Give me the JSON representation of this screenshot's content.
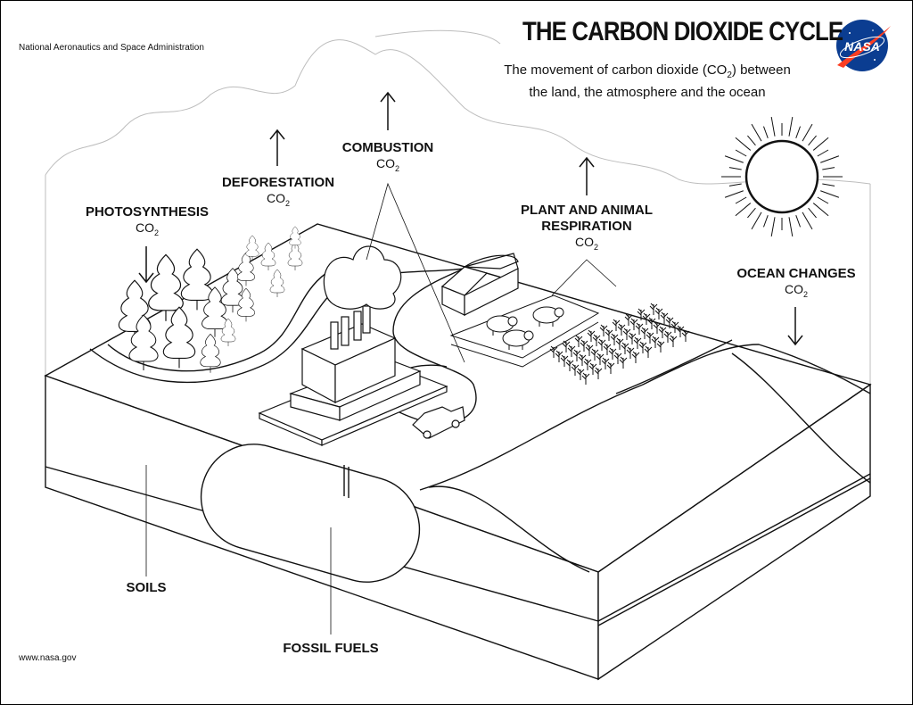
{
  "header": {
    "agency": "National Aeronautics and Space Administration",
    "title": "THE CARBON DIOXIDE CYCLE",
    "subtitle_part1": "The movement of carbon dioxide (CO",
    "subtitle_sub": "2",
    "subtitle_part2": ") between the land, the atmosphere and the ocean",
    "logo_text": "NASA"
  },
  "labels": {
    "photosynthesis": "PHOTOSYNTHESIS",
    "deforestation": "DEFORESTATION",
    "combustion": "COMBUSTION",
    "respiration_line1": "PLANT AND ANIMAL",
    "respiration_line2": "RESPIRATION",
    "ocean_changes": "OCEAN CHANGES",
    "soils": "SOILS",
    "fossil_fuels": "FOSSIL FUELS",
    "co2_main": "CO",
    "co2_sub": "2"
  },
  "footer": {
    "url": "www.nasa.gov"
  },
  "colors": {
    "ink": "#111111",
    "paper": "#ffffff",
    "nasa_blue": "#0b3d91",
    "nasa_red": "#fc3d21"
  }
}
